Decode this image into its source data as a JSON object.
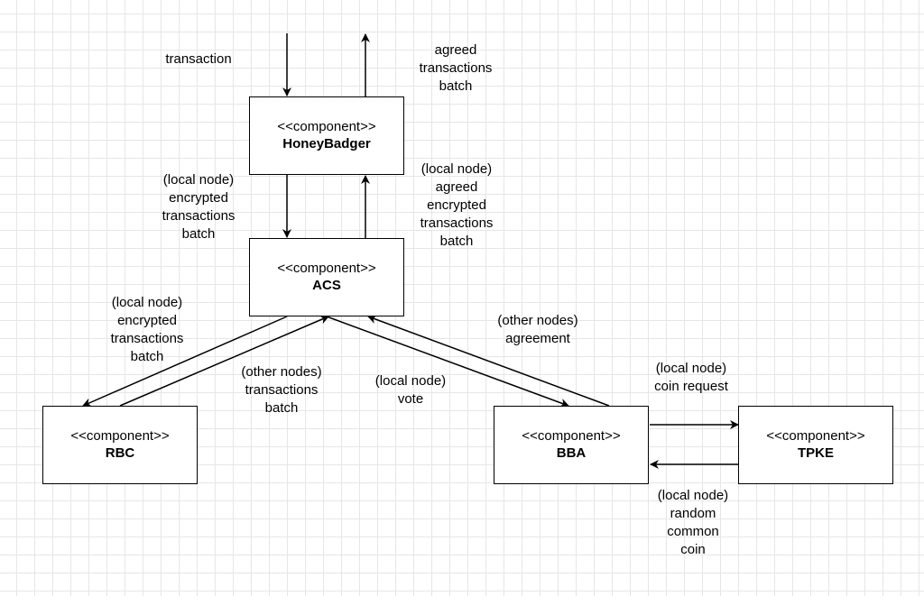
{
  "components": {
    "honeybadger": {
      "stereotype": "<<component>>",
      "name": "HoneyBadger"
    },
    "acs": {
      "stereotype": "<<component>>",
      "name": "ACS"
    },
    "rbc": {
      "stereotype": "<<component>>",
      "name": "RBC"
    },
    "bba": {
      "stereotype": "<<component>>",
      "name": "BBA"
    },
    "tpke": {
      "stereotype": "<<component>>",
      "name": "TPKE"
    }
  },
  "labels": {
    "transaction": [
      "transaction"
    ],
    "agreed_batch": [
      "agreed",
      "transactions",
      "batch"
    ],
    "local_encrypted_to_acs": [
      "(local node)",
      "encrypted",
      "transactions",
      "batch"
    ],
    "local_agreed_encrypted": [
      "(local node)",
      "agreed",
      "encrypted",
      "transactions",
      "batch"
    ],
    "local_encrypted_to_rbc": [
      "(local node)",
      "encrypted",
      "transactions",
      "batch"
    ],
    "other_transactions_batch": [
      "(other nodes)",
      "transactions",
      "batch"
    ],
    "local_vote": [
      "(local node)",
      "vote"
    ],
    "other_agreement": [
      "(other nodes)",
      "agreement"
    ],
    "local_coin_request": [
      "(local node)",
      "coin request"
    ],
    "local_random_coin": [
      "(local node)",
      "random",
      "common",
      "coin"
    ]
  }
}
